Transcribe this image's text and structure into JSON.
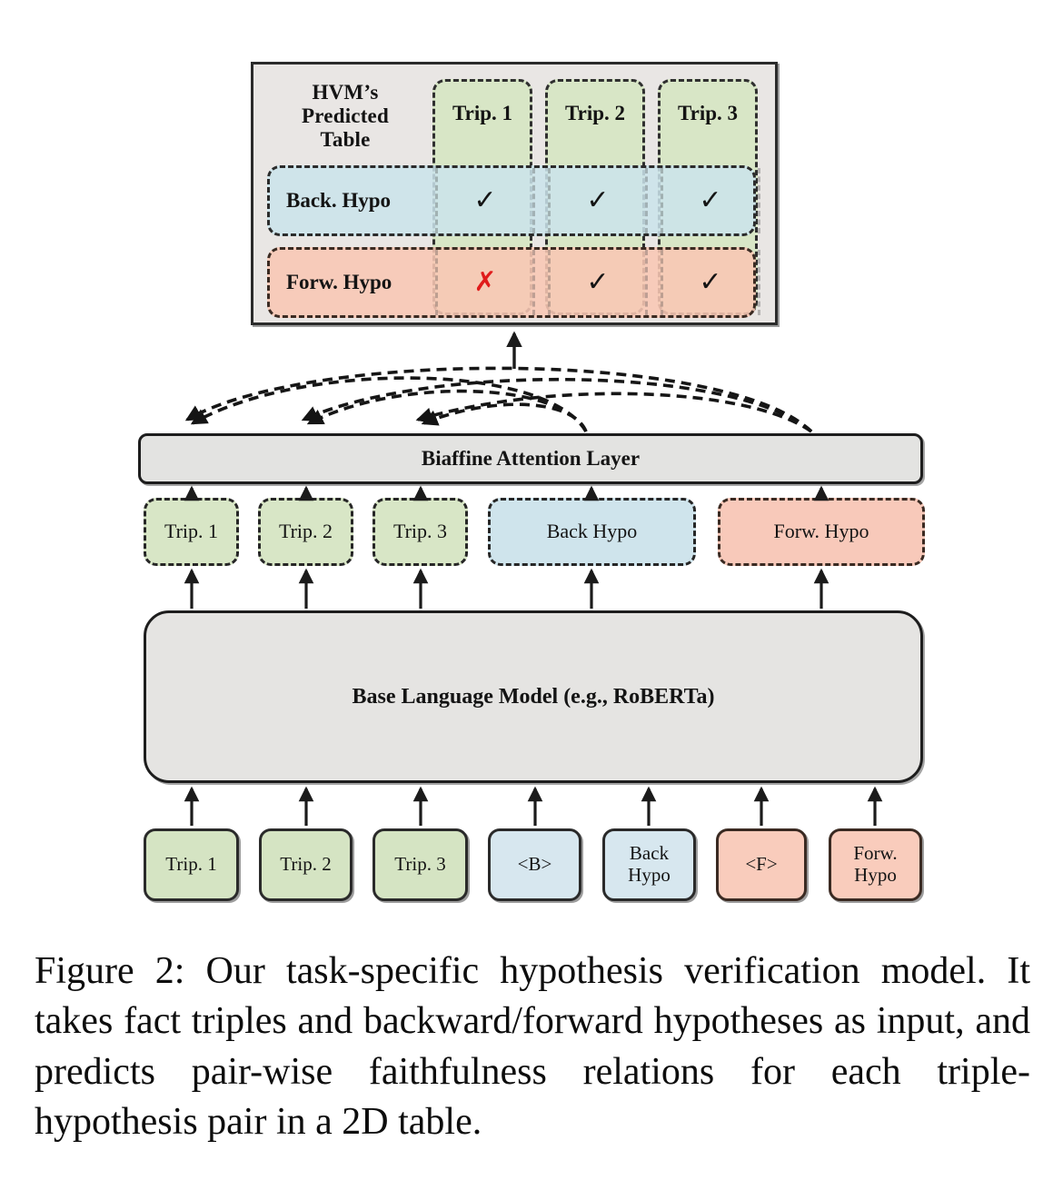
{
  "figure": {
    "caption": "Figure 2:   Our task-specific hypothesis verification model.  It takes fact triples and backward/forward hypotheses as input, and predicts pair-wise faithfulness relations for each triple-hypothesis pair in a 2D table."
  },
  "predicted_table": {
    "title_lines": [
      "HVM’s",
      "Predicted",
      "Table"
    ],
    "columns": [
      "Trip. 1",
      "Trip. 2",
      "Trip. 3"
    ],
    "rows": [
      {
        "label": "Back. Hypo",
        "cells": [
          "✓",
          "✓",
          "✓"
        ]
      },
      {
        "label": "Forw. Hypo",
        "cells": [
          "✗",
          "✓",
          "✓"
        ]
      }
    ],
    "colors": {
      "panel_background": "#e9e6e4",
      "column_fill": "#d8e6c6",
      "back_row_fill": "#cbe3eb",
      "forw_row_fill": "#f8c7b4",
      "check_color": "#151515",
      "cross_color": "#e01b1b"
    }
  },
  "biaffine_layer": {
    "label": "Biaffine Attention Layer",
    "fill": "#e3e3e1"
  },
  "hidden_states": [
    {
      "label": "Trip. 1",
      "kind": "green",
      "fill": "#d8e6c6"
    },
    {
      "label": "Trip. 2",
      "kind": "green",
      "fill": "#d8e6c6"
    },
    {
      "label": "Trip. 3",
      "kind": "green",
      "fill": "#d8e6c6"
    },
    {
      "label": "Back Hypo",
      "kind": "blue",
      "fill": "#cfe4ec"
    },
    {
      "label": "Forw. Hypo",
      "kind": "orange",
      "fill": "#f8c9ba"
    }
  ],
  "base_model": {
    "label": "Base Language Model (e.g., RoBERTa)",
    "fill": "#e5e4e2"
  },
  "input_tokens": [
    {
      "lines": [
        "Trip. 1"
      ],
      "kind": "green",
      "fill": "#d5e4c3"
    },
    {
      "lines": [
        "Trip. 2"
      ],
      "kind": "green",
      "fill": "#d5e4c3"
    },
    {
      "lines": [
        "Trip. 3"
      ],
      "kind": "green",
      "fill": "#d5e4c3"
    },
    {
      "lines": [
        "<B>"
      ],
      "kind": "blue",
      "fill": "#d7e7ef"
    },
    {
      "lines": [
        "Back",
        "Hypo"
      ],
      "kind": "blue",
      "fill": "#d7e7ef"
    },
    {
      "lines": [
        "<F>"
      ],
      "kind": "orange",
      "fill": "#f9ccbc"
    },
    {
      "lines": [
        "Forw.",
        "Hypo"
      ],
      "kind": "orange",
      "fill": "#f9ccbc"
    }
  ]
}
